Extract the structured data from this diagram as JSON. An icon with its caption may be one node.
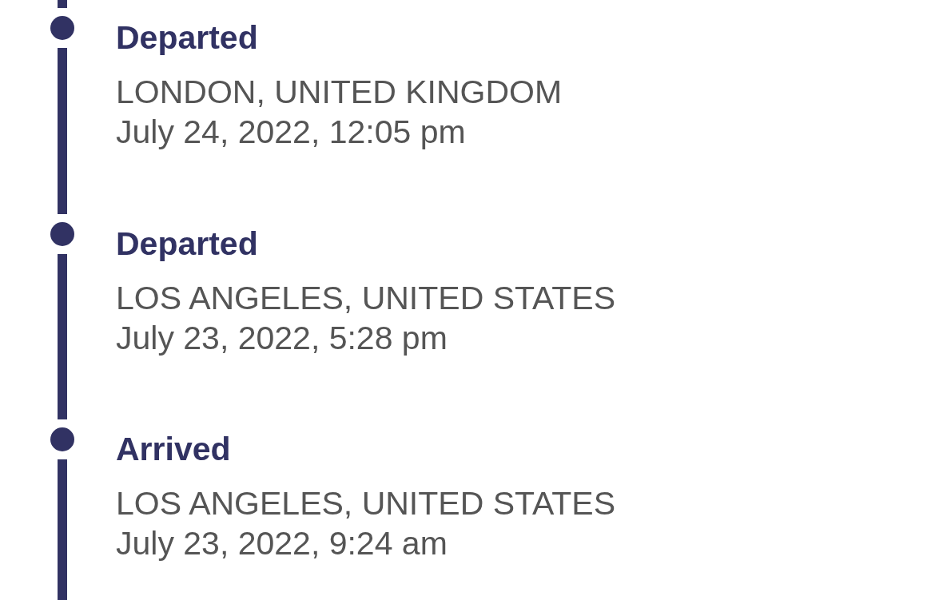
{
  "diagram": {
    "nodes": [
      {
        "text": [],
        "shape": "circle",
        "beside": [
          "Departed",
          "LONDON, UNITED KINGDOM",
          "July 24, 2022, 12:05 pm"
        ]
      },
      {
        "text": [],
        "shape": "circle",
        "beside": [
          "Departed",
          "LOS ANGELES, UNITED STATES",
          "July 23, 2022, 5:28 pm"
        ]
      },
      {
        "text": [],
        "shape": "circle",
        "beside": [
          "Arrived",
          "LOS ANGELES, UNITED STATES",
          "July 23, 2022, 9:24 am"
        ]
      }
    ],
    "edges": [
      {
        "from": null,
        "to": 0,
        "arrow": "none"
      },
      {
        "from": 0,
        "to": 1,
        "arrow": "none"
      },
      {
        "from": 1,
        "to": 2,
        "arrow": "none"
      },
      {
        "from": 2,
        "to": null,
        "arrow": "none"
      }
    ]
  }
}
